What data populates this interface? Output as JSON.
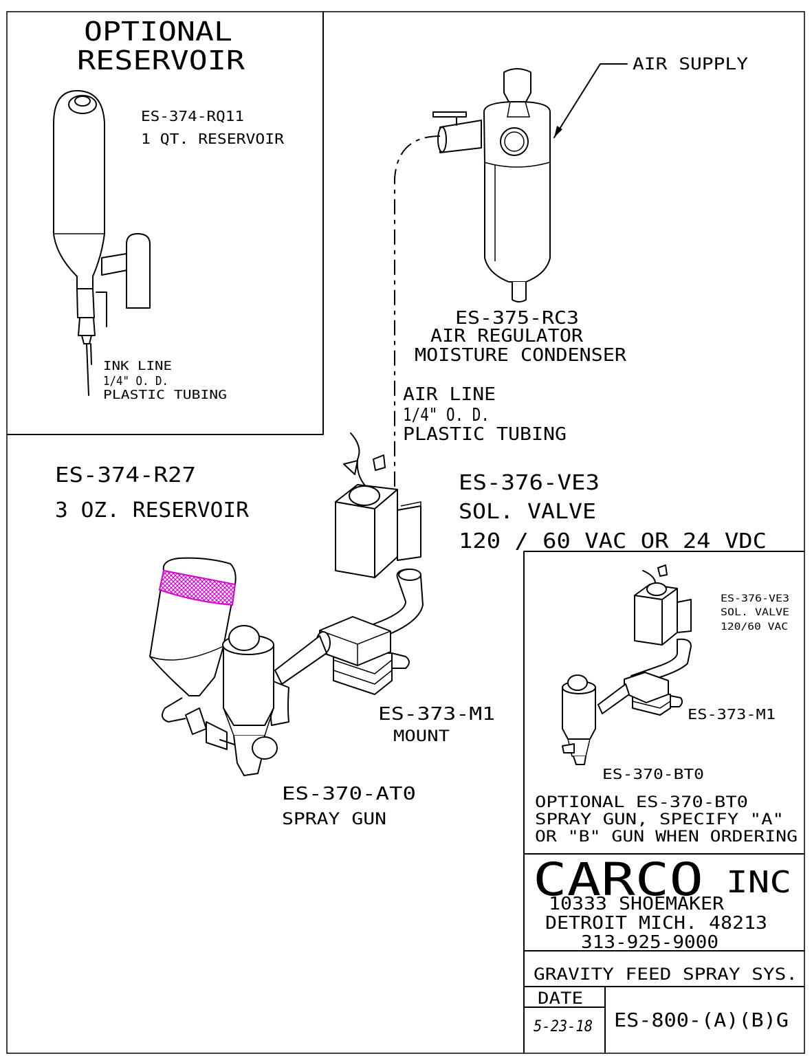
{
  "optional_reservoir": {
    "title_line1": "OPTIONAL",
    "title_line2": "RESERVOIR",
    "part_number": "ES-374-RQ11",
    "description": "1 QT. RESERVOIR",
    "ink_line_1": "INK LINE",
    "ink_line_2": "1/4\" O. D.",
    "ink_line_3": "PLASTIC TUBING"
  },
  "small_reservoir": {
    "part_number": "ES-374-R27",
    "description": "3 OZ. RESERVOIR"
  },
  "air_supply": {
    "label": "AIR SUPPLY"
  },
  "regulator": {
    "part_number": "ES-375-RC3",
    "line1": "AIR REGULATOR",
    "line2": "MOISTURE CONDENSER"
  },
  "air_line": {
    "line1": "AIR LINE",
    "line2": "1/4\" O. D.",
    "line3": "PLASTIC TUBING"
  },
  "sol_valve": {
    "part_number": "ES-376-VE3",
    "line1": "SOL.  VALVE",
    "line2": "120 / 60 VAC OR 24 VDC"
  },
  "mount": {
    "part_number": "ES-373-M1",
    "label": "MOUNT"
  },
  "spray_gun": {
    "part_number": "ES-370-AT0",
    "label": "SPRAY GUN"
  },
  "inset": {
    "valve_part": "ES-376-VE3",
    "valve_line1": "SOL. VALVE",
    "valve_line2": "120/60 VAC",
    "mount_part": "ES-373-M1",
    "gun_part": "ES-370-BT0",
    "note_line1": "OPTIONAL ES-370-BT0",
    "note_line2": "SPRAY GUN, SPECIFY \"A\"",
    "note_line3": "OR \"B\" GUN WHEN ORDERING"
  },
  "title_block": {
    "company": "CARCO",
    "company_suffix": "INC",
    "address1": "10333 SHOEMAKER",
    "address2": "DETROIT MICH.  48213",
    "phone": "313-925-9000",
    "drawing_title": "GRAVITY FEED SPRAY SYS.",
    "date_label": "DATE",
    "date_value": "5-23-18",
    "drawing_number": "ES-800-(A)(B)G"
  }
}
